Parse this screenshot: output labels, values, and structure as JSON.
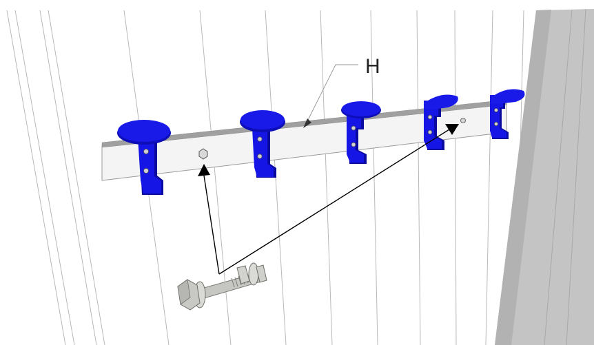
{
  "diagram": {
    "callout_label": "H",
    "hooks": [
      {
        "id": 1,
        "screws": 2
      },
      {
        "id": 2,
        "screws": 2
      },
      {
        "id": 3,
        "screws": 2
      },
      {
        "id": 4,
        "screws": 2
      },
      {
        "id": 5,
        "screws": 2
      }
    ],
    "colors": {
      "hook": "#1515e6",
      "hook_shadow": "#0a0a9a",
      "rail": "#f4f4f4",
      "rail_top": "#9e9e9e",
      "wall_panel": "#ffffff",
      "panel_line": "#b8b8b8",
      "side_wall": "#bdbdbd",
      "bolt": "#c8c8c4",
      "arrow": "#000000"
    }
  }
}
